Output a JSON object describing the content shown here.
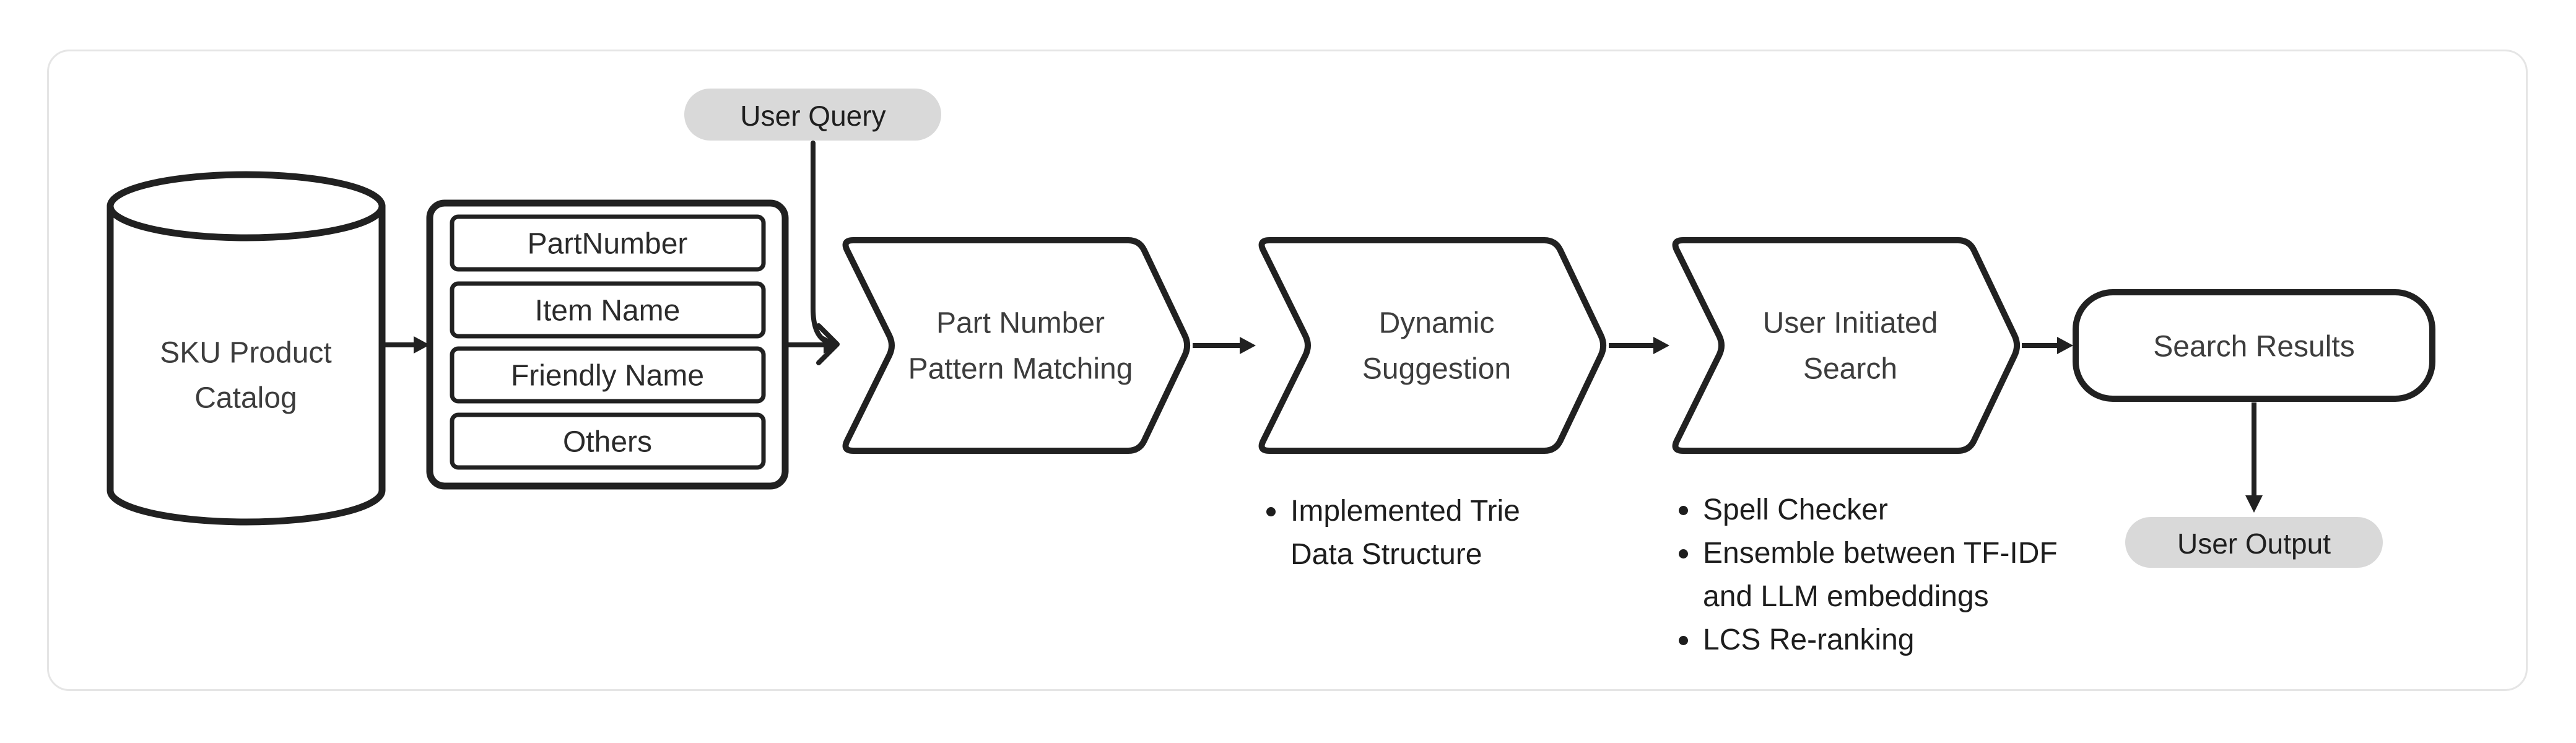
{
  "nodes": {
    "sku_catalog": {
      "lines": [
        "SKU Product",
        "Catalog"
      ]
    },
    "catalog_fields": {
      "rows": [
        "PartNumber",
        "Item Name",
        "Friendly Name",
        "Others"
      ]
    },
    "user_query": {
      "label": "User Query"
    },
    "pattern_matching": {
      "lines": [
        "Part Number",
        "Pattern Matching"
      ]
    },
    "dynamic_suggestion": {
      "lines": [
        "Dynamic",
        "Suggestion"
      ]
    },
    "user_initiated_search": {
      "lines": [
        "User Initiated",
        "Search"
      ]
    },
    "search_results": {
      "label": "Search Results"
    },
    "user_output": {
      "label": "User Output"
    }
  },
  "annotations": {
    "dynamic_suggestion_notes": [
      {
        "lines": [
          "Implemented Trie",
          "Data Structure"
        ]
      }
    ],
    "user_initiated_search_notes": [
      {
        "lines": [
          "Spell Checker"
        ]
      },
      {
        "lines": [
          "Ensemble between TF-IDF",
          "and LLM embeddings"
        ]
      },
      {
        "lines": [
          "LCS Re-ranking"
        ]
      }
    ]
  },
  "colors": {
    "stroke": "#212121",
    "node_label": "#3d3d3d",
    "note_text": "#1d1d1d",
    "pill_bg": "#d9d9d9",
    "card_border": "#e5e5e5",
    "canvas_bg": "#ffffff"
  }
}
